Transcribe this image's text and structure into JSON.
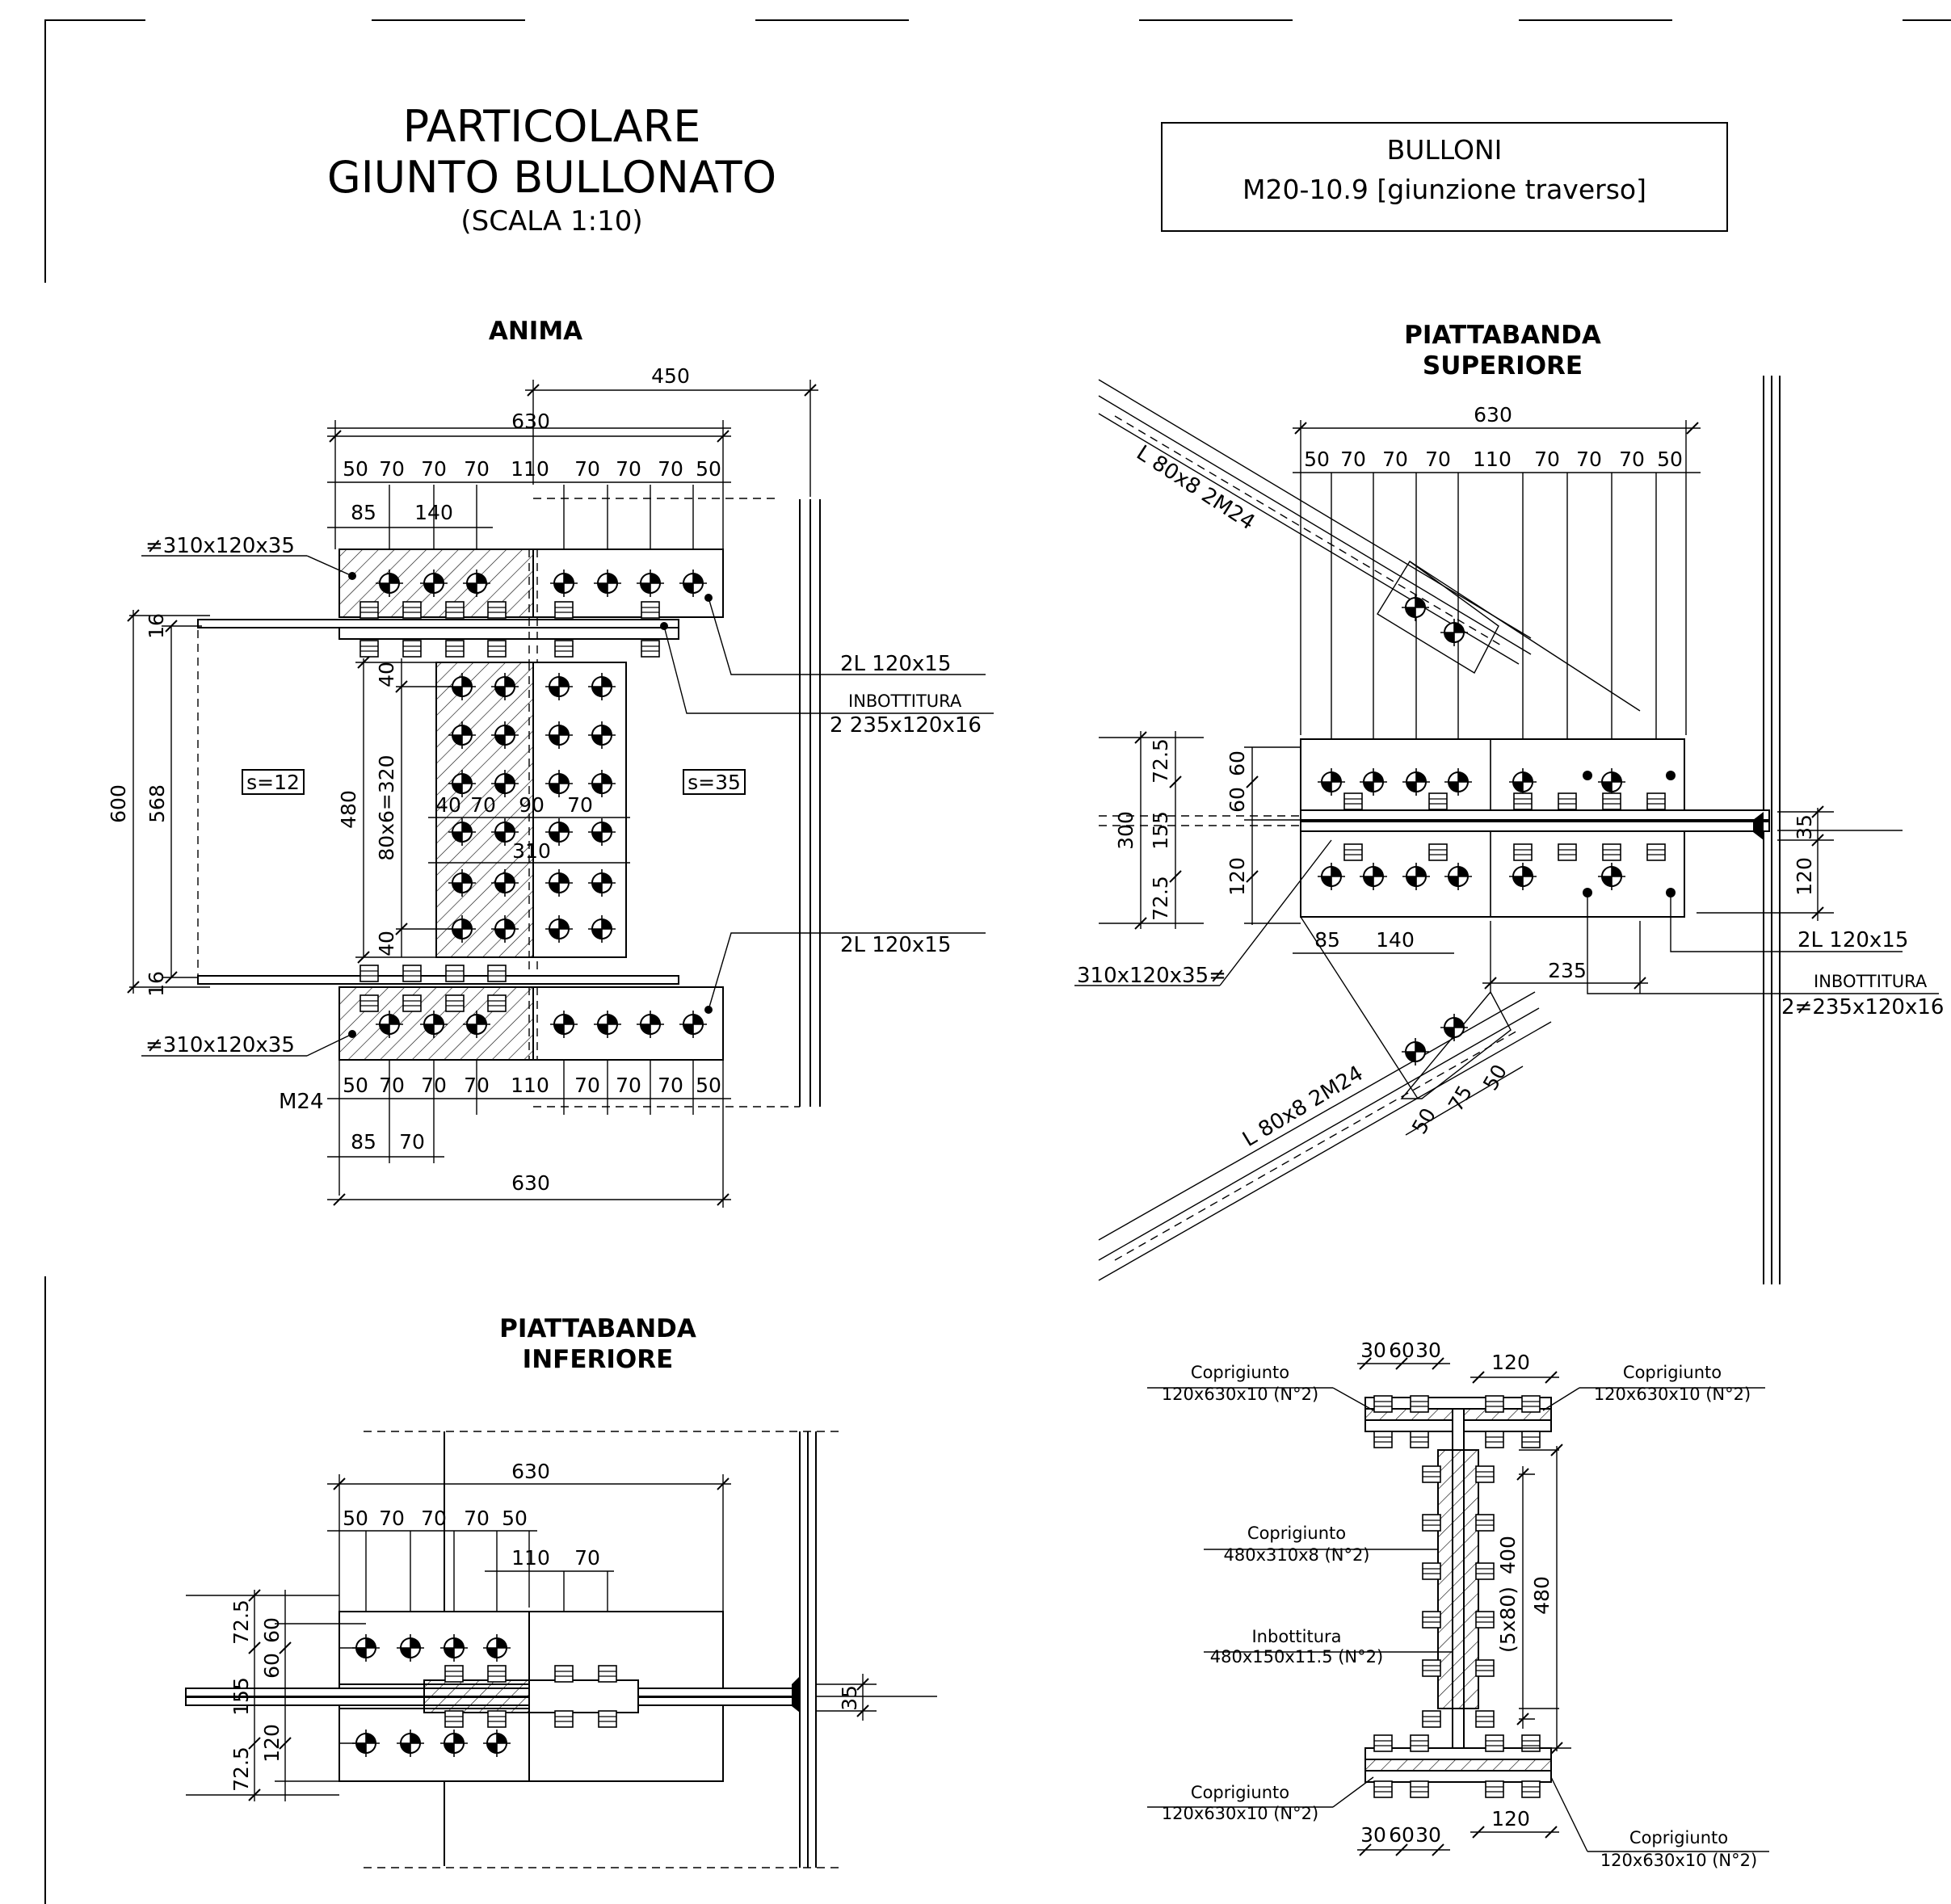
{
  "title": {
    "line1": "PARTICOLARE",
    "line2": "GIUNTO BULLONATO",
    "scale": "(SCALA 1:10)"
  },
  "bolt_box": {
    "line1": "BULLONI",
    "line2": "M20-10.9 [giunzione traverso]"
  },
  "anima": {
    "title": "ANIMA",
    "dims": {
      "d450": "450",
      "d630": "630",
      "d85": "85",
      "d140": "140",
      "d70": "70",
      "d16": "16",
      "d600": "600",
      "d568": "568",
      "d480": "480",
      "d40": "40",
      "d80x6": "80x6=320",
      "d90": "90",
      "d310": "310",
      "d110": "110",
      "d50": "50"
    },
    "top_row": [
      "50",
      "70",
      "70",
      "70",
      "110",
      "70",
      "70",
      "70",
      "50"
    ],
    "bottom_row": [
      "50",
      "70",
      "70",
      "70",
      "110",
      "70",
      "70",
      "70",
      "50"
    ],
    "plate_top": "≠310x120x35",
    "plate_bottom": "≠310x120x35",
    "s_left": "s=12",
    "s_right": "s=35",
    "angle_top": "2L 120x15",
    "inbottitura": "INBOTTITURA",
    "inbottitura_dim": "2   235x120x16",
    "angle_bottom": "2L 120x15",
    "m24": "M24",
    "web_row": [
      "40",
      "70",
      "90",
      "70"
    ]
  },
  "superiore": {
    "title1": "PIATTABANDA",
    "title2": "SUPERIORE",
    "d630": "630",
    "top_row": [
      "50",
      "70",
      "70",
      "70",
      "110",
      "70",
      "70",
      "70",
      "50"
    ],
    "brace_top": "L 80x8 2M24",
    "brace_bottom": "L 80x8 2M24",
    "left_dims": {
      "d300": "300",
      "d155": "155",
      "d72_5a": "72.5",
      "d72_5b": "72.5",
      "d60a": "60",
      "d60b": "60",
      "d120": "120"
    },
    "right_dims": {
      "d35": "35",
      "d120": "120"
    },
    "d85": "85",
    "d140": "140",
    "d235": "235",
    "plate": "310x120x35≠",
    "angle": "2L 120x15",
    "inbottitura": "INBOTTITURA",
    "inbottitura_dim": "2≠235x120x16",
    "gusset_row": [
      "50",
      "75",
      "50"
    ]
  },
  "inferiore": {
    "title1": "PIATTABANDA",
    "title2": "INFERIORE",
    "d630": "630",
    "row1": [
      "50",
      "70",
      "70",
      "70",
      "50"
    ],
    "row2": [
      "110",
      "70"
    ],
    "left_dims": {
      "d72_5a": "72.5",
      "d60a": "60",
      "d60b": "60",
      "d155": "155",
      "d120": "120",
      "d72_5b": "72.5"
    },
    "d35": "35"
  },
  "section": {
    "top_dims": [
      "30",
      "60",
      "30"
    ],
    "top_right": "120",
    "bot_dims": [
      "30",
      "60",
      "30"
    ],
    "bot_right": "120",
    "copri_label": "Coprigiunto",
    "copri_flange": "120x630x10 (N°2)",
    "copri_web": "480x310x8 (N°2)",
    "inb_label": "Inbottitura",
    "inb_dim": "480x150x11.5 (N°2)",
    "d400": "400",
    "d5x80": "(5x80)",
    "d480": "480"
  }
}
